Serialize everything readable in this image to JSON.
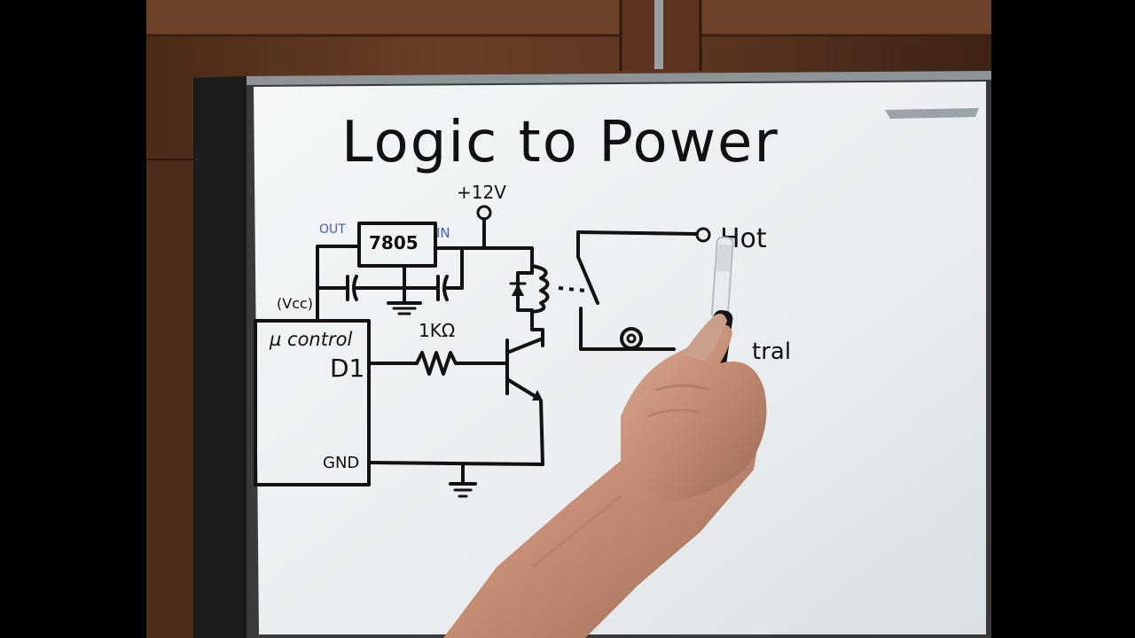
{
  "whiteboard": {
    "title": "Logic to Power",
    "labels": {
      "supply": "+12V",
      "regulator": "7805",
      "reg_out": "OUT",
      "reg_in": "IN",
      "vcc": "(Vcc)",
      "mcu": "µ control",
      "pin_d1": "D1",
      "pin_gnd": "GND",
      "resistor": "1KΩ",
      "hot": "Hot",
      "neutral": "tral"
    }
  },
  "colors": {
    "black_bars": "#000000",
    "wood": "#5a3520",
    "board_frame": "#2a2a2a",
    "board_surface": "#eef1f2",
    "marker_black": "#121212",
    "marker_blue": "#4a5fb0",
    "skin": "#c9967e"
  }
}
